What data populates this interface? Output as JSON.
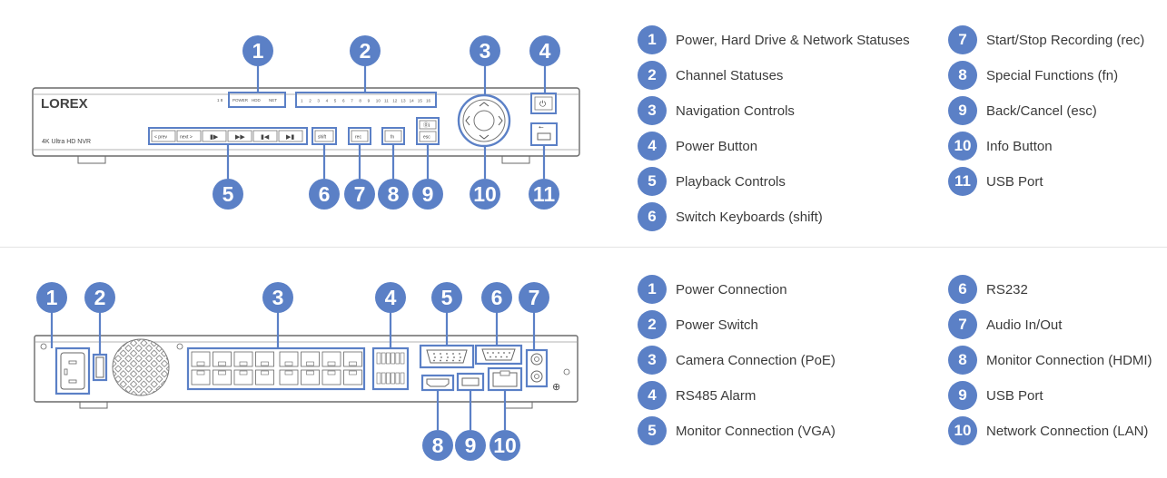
{
  "front": {
    "brand": "LOREX",
    "model": "4K Ultra HD NVR",
    "status_labels": [
      "POWER",
      "HDD",
      "NET"
    ],
    "small_label": "1 8",
    "channels": [
      "1",
      "2",
      "3",
      "4",
      "5",
      "6",
      "7",
      "8",
      "9",
      "10",
      "11",
      "12",
      "13",
      "14",
      "15",
      "16"
    ],
    "buttons": {
      "prev": "< prev",
      "next": "next >",
      "shift": "shift",
      "rec": "rec",
      "fn": "fn",
      "esc": "esc"
    },
    "callouts": [
      "1",
      "2",
      "3",
      "4",
      "5",
      "6",
      "7",
      "8",
      "9",
      "10",
      "11"
    ],
    "legend": [
      {
        "num": "1",
        "label": "Power, Hard Drive & Network Statuses"
      },
      {
        "num": "2",
        "label": "Channel Statuses"
      },
      {
        "num": "3",
        "label": "Navigation Controls"
      },
      {
        "num": "4",
        "label": "Power Button"
      },
      {
        "num": "5",
        "label": "Playback Controls"
      },
      {
        "num": "6",
        "label": "Switch Keyboards (shift)"
      },
      {
        "num": "7",
        "label": "Start/Stop Recording (rec)"
      },
      {
        "num": "8",
        "label": "Special Functions (fn)"
      },
      {
        "num": "9",
        "label": "Back/Cancel (esc)"
      },
      {
        "num": "10",
        "label": "Info Button"
      },
      {
        "num": "11",
        "label": "USB Port"
      }
    ]
  },
  "back": {
    "callouts": [
      "1",
      "2",
      "3",
      "4",
      "5",
      "6",
      "7",
      "8",
      "9",
      "10"
    ],
    "legend": [
      {
        "num": "1",
        "label": "Power Connection"
      },
      {
        "num": "2",
        "label": "Power Switch"
      },
      {
        "num": "3",
        "label": "Camera Connection (PoE)"
      },
      {
        "num": "4",
        "label": "RS485 Alarm"
      },
      {
        "num": "5",
        "label": "Monitor Connection (VGA)"
      },
      {
        "num": "6",
        "label": "RS232"
      },
      {
        "num": "7",
        "label": "Audio In/Out"
      },
      {
        "num": "8",
        "label": "Monitor Connection (HDMI)"
      },
      {
        "num": "9",
        "label": "USB Port"
      },
      {
        "num": "10",
        "label": "Network Connection (LAN)"
      }
    ]
  },
  "colors": {
    "accent": "#5b80c6",
    "outline": "#6a6a6a",
    "text": "#3b3b3b"
  }
}
